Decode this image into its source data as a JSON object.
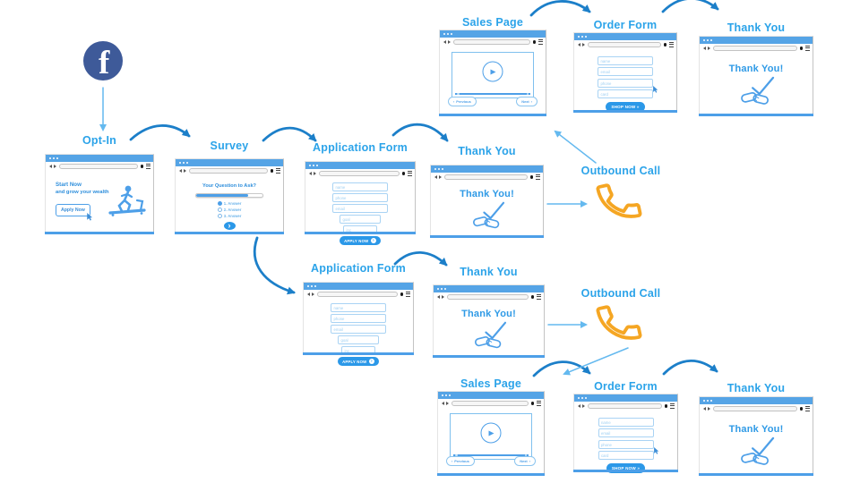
{
  "diagram_title": "Facebook ads funnel flow",
  "colors": {
    "heading_blue": "#2ba3e9",
    "arrow_dark_blue": "#1c7fc9",
    "arrow_light_blue": "#64b9ef",
    "window_titlebar_blue": "#55a4e6",
    "illustration_blue": "#4d9fe8",
    "facebook_blue": "#3e5a99",
    "phone_orange": "#f5a623"
  },
  "labels": {
    "optin": "Opt-In",
    "survey": "Survey",
    "application_form": "Application Form",
    "thank_you": "Thank You",
    "sales_page": "Sales Page",
    "order_form": "Order Form",
    "outbound_call": "Outbound Call"
  },
  "optin_page": {
    "headline_line1": "Start Now",
    "headline_line2": "and grow your wealth",
    "apply_button": "Apply Now"
  },
  "survey_page": {
    "question": "Your Question to Ask?",
    "options": [
      "1. Answer",
      "2. Answer",
      "3. Answer"
    ],
    "next_button": "›"
  },
  "application_form_page": {
    "fields": [
      "name",
      "phone",
      "email",
      "goal",
      "inc"
    ],
    "apply_button": "APPLY NOW"
  },
  "order_form_page": {
    "fields": [
      "name",
      "email",
      "phone",
      "card"
    ],
    "shop_button": "SHOP NOW »"
  },
  "sales_page": {
    "previous_button": "Previous",
    "next_button": "Next"
  },
  "thank_you_page": {
    "message": "Thank You!"
  }
}
